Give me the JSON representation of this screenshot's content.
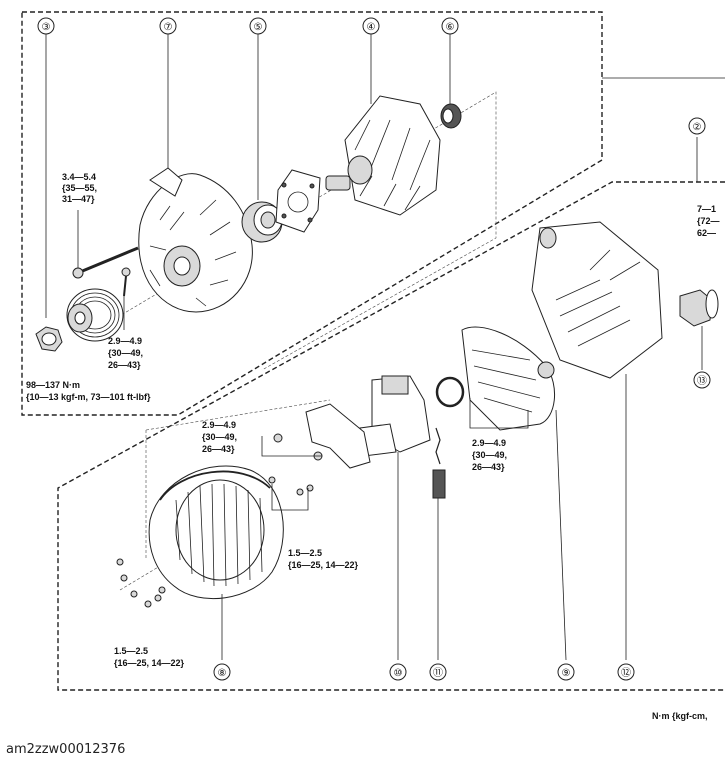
{
  "callouts": {
    "c1": "②",
    "c2": "③",
    "c3": "④",
    "c4": "⑤",
    "c5": "⑥",
    "c6": "⑦",
    "c7": "⑧",
    "c8": "⑨",
    "c9": "⑩",
    "c10": "⑪",
    "c11": "⑫",
    "c12": "⑬"
  },
  "torque_specs": {
    "bolt_upper": [
      "3.4—5.4",
      "{35—55,",
      "31—47}"
    ],
    "screw_upper": [
      "2.9—4.9",
      "{30—49,",
      "26—43}"
    ],
    "pulley_nut": [
      "98—137 N·m",
      "{10—13 kgf-m, 73—101 ft-lbf}"
    ],
    "brush_holder": [
      "2.9—4.9",
      "{30—49,",
      "26—43}"
    ],
    "plate_screws": [
      "1.5—2.5",
      "{16—25, 14—22}"
    ],
    "rectifier": [
      "2.9—4.9",
      "{30—49,",
      "26—43}"
    ],
    "stator_screws": [
      "1.5—2.5",
      "{16—25, 14—22}"
    ],
    "right_edge": [
      "7—1",
      "{72—",
      "62—"
    ]
  },
  "units_note": "N·m {kgf-cm,",
  "caption": "am2zzw00012376"
}
